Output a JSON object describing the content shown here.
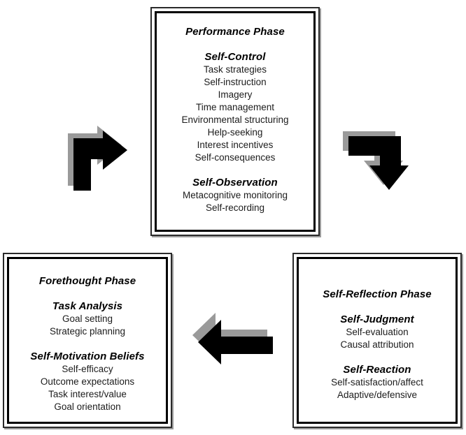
{
  "figure": {
    "boxes": {
      "performance": {
        "title": "Performance Phase",
        "sections": [
          {
            "heading": "Self-Control",
            "items": [
              "Task strategies",
              "Self-instruction",
              "Imagery",
              "Time management",
              "Environmental structuring",
              "Help-seeking",
              "Interest incentives",
              "Self-consequences"
            ]
          },
          {
            "heading": "Self-Observation",
            "items": [
              "Metacognitive monitoring",
              "Self-recording"
            ]
          }
        ]
      },
      "forethought": {
        "title": "Forethought Phase",
        "sections": [
          {
            "heading": "Task Analysis",
            "items": [
              "Goal setting",
              "Strategic planning"
            ]
          },
          {
            "heading": "Self-Motivation Beliefs",
            "items": [
              "Self-efficacy",
              "Outcome expectations",
              "Task interest/value",
              "Goal orientation"
            ]
          }
        ]
      },
      "self_reflection": {
        "title": "Self-Reflection Phase",
        "sections": [
          {
            "heading": "Self-Judgment",
            "items": [
              "Self-evaluation",
              "Causal attribution"
            ]
          },
          {
            "heading": "Self-Reaction",
            "items": [
              "Self-satisfaction/affect",
              "Adaptive/defensive"
            ]
          }
        ]
      }
    },
    "arrows": [
      {
        "name": "forethought-to-performance",
        "shape": "bent-up-then-right"
      },
      {
        "name": "performance-to-self-reflection",
        "shape": "bent-right-then-down"
      },
      {
        "name": "self-reflection-to-forethought",
        "shape": "straight-left"
      }
    ],
    "colors": {
      "arrow_fill": "#000000",
      "arrow_shadow": "#9a9a9a",
      "box_border": "#000000",
      "text": "#1c1c1c"
    }
  }
}
